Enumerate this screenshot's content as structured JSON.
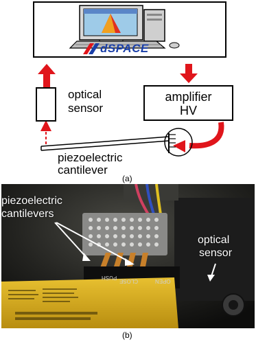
{
  "diagram": {
    "brand_label": "dSPACE",
    "sensor_label_line1": "optical",
    "sensor_label_line2": "sensor",
    "amplifier_label_line1": "amplifier",
    "amplifier_label_line2": "HV",
    "cantilever_label_line1": "piezoelectric",
    "cantilever_label_line2": "cantilever",
    "panel_a_caption": "(a)"
  },
  "photo": {
    "cantilevers_label_line1": "piezoelectric",
    "cantilevers_label_line2": "cantilevers",
    "sensor_label_line1": "optical",
    "sensor_label_line2": "sensor",
    "printed_push": "PUSH",
    "printed_close": "CLOSE",
    "printed_open": "OPEN",
    "panel_b_caption": "(b)"
  },
  "colors": {
    "arrow_red": "#e0151b",
    "brand_blue": "#1a3fa8",
    "brand_red": "#e0151b",
    "photo_yellow": "#d9b21c",
    "photo_dark": "#141414"
  },
  "icons": {
    "computer": "computer-icon",
    "sensor_beam": "dashed-arrow-icon"
  }
}
